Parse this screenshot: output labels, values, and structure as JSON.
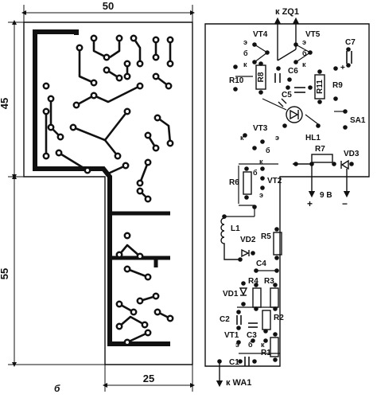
{
  "dimensions": {
    "top_width": "50",
    "left_upper": "45",
    "left_lower": "55",
    "bottom_width": "25"
  },
  "figure_label": "б",
  "connectors": {
    "zq1": "к ZQ1",
    "wa1": "к WA1",
    "plus": "+",
    "minus": "−",
    "supply": "9 В"
  },
  "components": {
    "vt4": "VT4",
    "vt5": "VT5",
    "c7": "C7",
    "c7_plus": "+",
    "r10": "R10",
    "r8": "R8",
    "c6": "C6",
    "c5": "C5",
    "r11": "R11",
    "r9": "R9",
    "sa1": "SA1",
    "hl1": "HL1",
    "vt3": "VT3",
    "r7": "R7",
    "vd3": "VD3",
    "r6": "R6",
    "vt2": "VT2",
    "l1": "L1",
    "vd2": "VD2",
    "r5": "R5",
    "c4": "C4",
    "vd1": "VD1",
    "r4": "R4",
    "r3": "R3",
    "r2": "R2",
    "c2": "C2",
    "vt1": "VT1",
    "c3": "C3",
    "r1": "R1",
    "c1": "C1"
  },
  "pins": {
    "e": "э",
    "b": "б",
    "k": "к"
  }
}
